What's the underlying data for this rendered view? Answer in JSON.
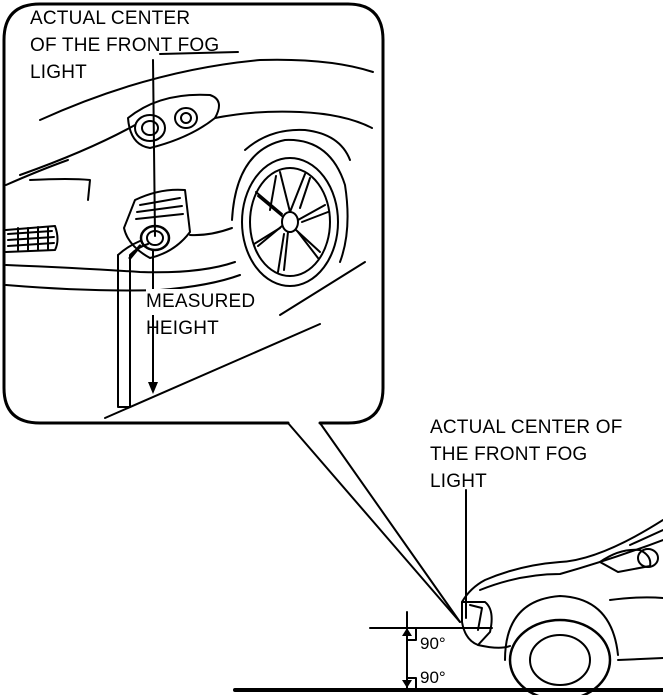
{
  "inset_labels": {
    "fog_center_line1": "ACTUAL CENTER",
    "fog_center_line2": "OF THE FRONT FOG",
    "fog_center_line3": "LIGHT",
    "measured_line1": "MEASURED",
    "measured_line2": "HEIGHT"
  },
  "main_labels": {
    "fog_center_line1": "ACTUAL CENTER OF",
    "fog_center_line2": "THE FRONT FOG",
    "fog_center_line3": "LIGHT",
    "angle_upper": "90°",
    "angle_lower": "90°"
  }
}
